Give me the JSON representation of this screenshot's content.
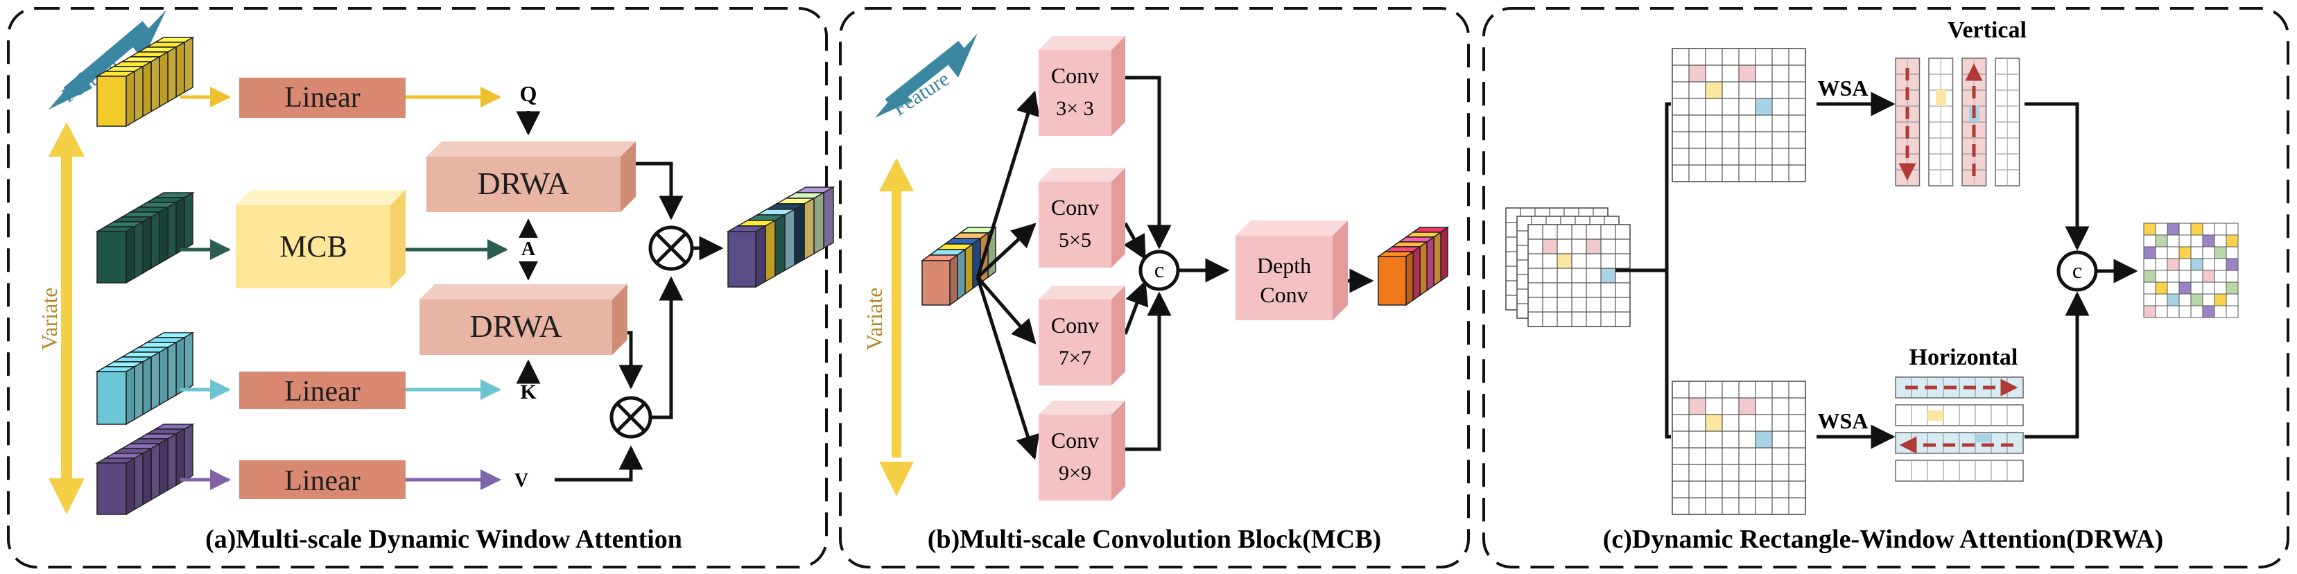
{
  "colors": {
    "linear": "#d98872",
    "linear_text": "#1f1f1f",
    "drwa_front": "#e8b4a4",
    "drwa_top": "#f1cdc1",
    "drwa_side": "#d08d76",
    "mcb_front": "#ffe79a",
    "mcb_top": "#fff2c4",
    "mcb_side": "#f5d36a",
    "conv_front": "#f4c2c2",
    "conv_top": "#f9dada",
    "conv_side": "#e39b9b",
    "depth_front": "#f4c2c2",
    "arrow_feature": "#3b86a0",
    "arrow_variate": "#f5cf46",
    "q_arrow": "#efc02e",
    "a_arrow": "#2c5d52",
    "k_arrow": "#6cc4cf",
    "v_arrow": "#7f64a8",
    "wsa_red": "#b23a36",
    "vert_band": "#f3d4d2",
    "horiz_band": "#d7ebf3"
  },
  "panel_a": {
    "caption": "(a)Multi-scale Dynamic Window  Attention",
    "feature_label": "Feature",
    "variate_label": "Variate",
    "linear_q": "Linear",
    "linear_k": "Linear",
    "linear_v": "Linear",
    "mcb_label": "MCB",
    "drwa_top_label": "DRWA",
    "drwa_bottom_label": "DRWA",
    "q_label": "Q",
    "a_label": "A",
    "k_label": "K",
    "v_label": "V"
  },
  "panel_b": {
    "caption": "(b)Multi-scale Convolution Block(MCB)",
    "feature_label": "Feature",
    "variate_label": "Variate",
    "convs": [
      {
        "name": "Conv",
        "size": "3× 3"
      },
      {
        "name": "Conv",
        "size": "5×5"
      },
      {
        "name": "Conv",
        "size": "7×7"
      },
      {
        "name": "Conv",
        "size": "9×9"
      }
    ],
    "concat_label": "c",
    "depth_line1": "Depth",
    "depth_line2": "Conv"
  },
  "panel_c": {
    "caption": "(c)Dynamic Rectangle-Window Attention(DRWA)",
    "wsa_top": "WSA",
    "wsa_bottom": "WSA",
    "vertical_label": "Vertical",
    "horizontal_label": "Horizontal",
    "concat_label": "c"
  }
}
